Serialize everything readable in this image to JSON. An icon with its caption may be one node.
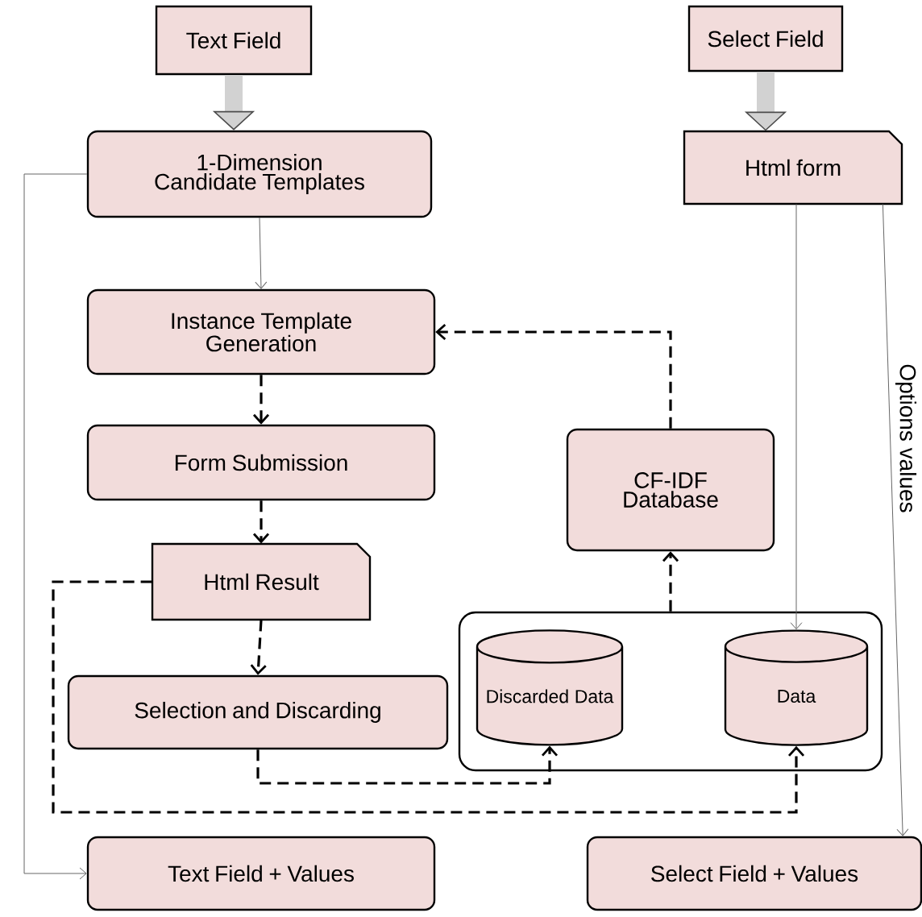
{
  "diagram": {
    "nodes": [
      {
        "text": [
          "Text Field"
        ]
      },
      {
        "text": [
          "Select Field"
        ]
      },
      {
        "text": [
          "1-Dimension Candidate Templates"
        ]
      },
      {
        "text": [
          "Html form"
        ]
      },
      {
        "text": [
          "Instance Template Generation"
        ]
      },
      {
        "text": [
          "Form Submission"
        ]
      },
      {
        "text": [
          "CF-IDF Database"
        ]
      },
      {
        "text": [
          "Html Result"
        ]
      },
      {
        "text": [],
        "shape": "box"
      },
      {
        "text": [
          "Discarded Data"
        ],
        "in": 8
      },
      {
        "text": [
          "Data"
        ],
        "in": 8
      },
      {
        "text": [
          "Selection and Discarding"
        ]
      },
      {
        "text": [
          "Text Field + Values"
        ]
      },
      {
        "text": [
          "Select Field + Values"
        ]
      }
    ],
    "edges": [
      {
        "from": 0,
        "to": 2,
        "arrow": "to",
        "style": "thick",
        "color": "#d2d2d2"
      },
      {
        "from": 1,
        "to": 3,
        "arrow": "to",
        "style": "thick",
        "color": "#d2d2d2"
      },
      {
        "from": 2,
        "to": 4,
        "arrow": "to",
        "color": "#666666"
      },
      {
        "from": 4,
        "to": 5,
        "arrow": "to",
        "style": "dashed"
      },
      {
        "from": 5,
        "to": 7,
        "arrow": "to",
        "style": "dashed"
      },
      {
        "from": 7,
        "to": 11,
        "arrow": "to",
        "style": "dashed"
      },
      {
        "from": 11,
        "to": 9,
        "arrow": "to",
        "style": "dashed"
      },
      {
        "from": 7,
        "to": 10,
        "arrow": "to",
        "style": "dashed"
      },
      {
        "from": 8,
        "to": 6,
        "arrow": "to",
        "style": "dashed"
      },
      {
        "from": 6,
        "to": 4,
        "arrow": "to",
        "style": "dashed"
      },
      {
        "from": 3,
        "to": 10,
        "arrow": "to",
        "color": "#666666"
      },
      {
        "from": 3,
        "to": 13,
        "arrow": "to",
        "label": "Options values",
        "color": "#666666"
      },
      {
        "from": 2,
        "to": 12,
        "arrow": "to",
        "color": "#666666"
      }
    ]
  }
}
